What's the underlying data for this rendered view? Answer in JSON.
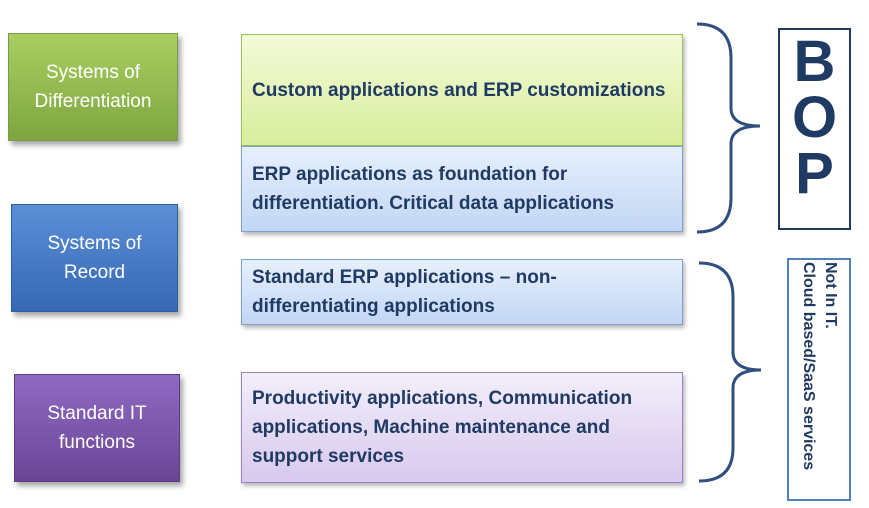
{
  "tiers": [
    {
      "label": "Systems of\nDifferentiation"
    },
    {
      "label": "Systems of\nRecord"
    },
    {
      "label": "Standard IT\nfunctions"
    }
  ],
  "boxes": [
    {
      "text": "Custom applications and ERP customizations"
    },
    {
      "text": "ERP applications as foundation for differentiation. Critical data applications"
    },
    {
      "text": "Standard ERP applications – non-differentiating applications"
    },
    {
      "text": "Productivity applications, Communication applications, Machine maintenance and support services"
    }
  ],
  "bop": {
    "letters": [
      "B",
      "O",
      "P"
    ]
  },
  "cloud": {
    "line1": "Not In IT.",
    "line2": "Cloud based/SaaS  services"
  },
  "colors": {
    "green": "#8db352",
    "blue": "#4a7fc8",
    "purple": "#7d58ae",
    "navy": "#1f3a63",
    "brace": "#2f4f7f"
  }
}
